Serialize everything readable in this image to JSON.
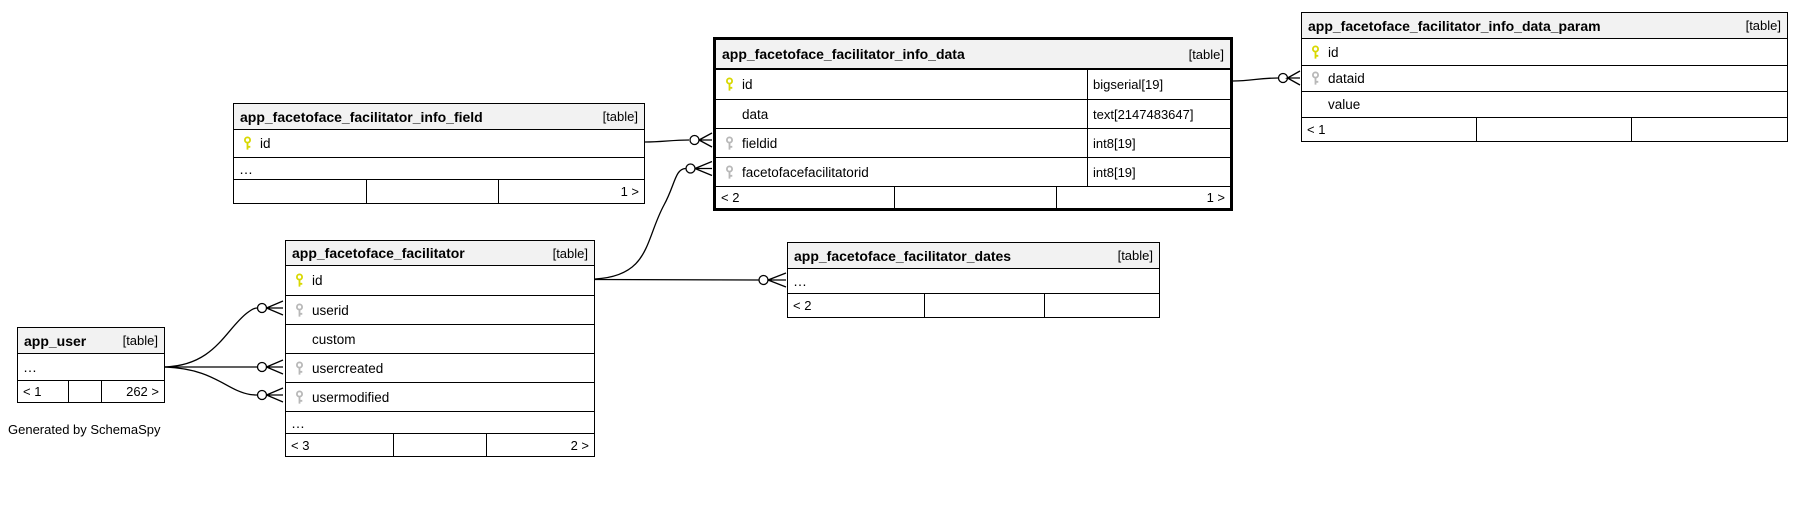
{
  "page": {
    "generated_by": "Generated by SchemaSpy"
  },
  "colors": {
    "pk_key": "#d8d800",
    "fk_key": "#b8b8b8",
    "header_bg": "#f2f2f2",
    "border": "#000000",
    "background": "#ffffff"
  },
  "tables": [
    {
      "name": "app_user",
      "tag": "[table]",
      "emphasized": false,
      "show_types": false,
      "rows": [
        {
          "name": "…",
          "ellipsis": true
        }
      ],
      "footer": [
        "< 1",
        "",
        "262 >"
      ]
    },
    {
      "name": "app_facetoface_facilitator",
      "tag": "[table]",
      "emphasized": false,
      "show_types": false,
      "rows": [
        {
          "name": "id",
          "key": "pk"
        },
        {
          "name": "userid",
          "key": "fk"
        },
        {
          "name": "custom",
          "key": null
        },
        {
          "name": "usercreated",
          "key": "fk"
        },
        {
          "name": "usermodified",
          "key": "fk"
        },
        {
          "name": "…",
          "ellipsis": true
        }
      ],
      "footer": [
        "< 3",
        "",
        "2 >"
      ]
    },
    {
      "name": "app_facetoface_facilitator_info_field",
      "tag": "[table]",
      "emphasized": false,
      "show_types": false,
      "rows": [
        {
          "name": "id",
          "key": "pk"
        },
        {
          "name": "…",
          "ellipsis": true
        }
      ],
      "footer": [
        "",
        "",
        "1 >"
      ]
    },
    {
      "name": "app_facetoface_facilitator_info_data",
      "tag": "[table]",
      "emphasized": true,
      "show_types": true,
      "rows": [
        {
          "name": "id",
          "key": "pk",
          "type": "bigserial[19]"
        },
        {
          "name": "data",
          "key": null,
          "type": "text[2147483647]"
        },
        {
          "name": "fieldid",
          "key": "fk",
          "type": "int8[19]"
        },
        {
          "name": "facetofacefacilitatorid",
          "key": "fk",
          "type": "int8[19]"
        }
      ],
      "footer": [
        "< 2",
        "",
        "1 >"
      ]
    },
    {
      "name": "app_facetoface_facilitator_dates",
      "tag": "[table]",
      "emphasized": false,
      "show_types": false,
      "rows": [
        {
          "name": "…",
          "ellipsis": true
        }
      ],
      "footer": [
        "< 2",
        "",
        ""
      ]
    },
    {
      "name": "app_facetoface_facilitator_info_data_param",
      "tag": "[table]",
      "emphasized": false,
      "show_types": false,
      "rows": [
        {
          "name": "id",
          "key": "pk"
        },
        {
          "name": "dataid",
          "key": "fk"
        },
        {
          "name": "value",
          "key": null
        }
      ],
      "footer": [
        "< 1",
        "",
        ""
      ]
    }
  ],
  "relationships": [
    {
      "parent": "app_facetoface_facilitator_info_field",
      "parent_column": "id",
      "child": "app_facetoface_facilitator_info_data",
      "child_column": "fieldid"
    },
    {
      "parent": "app_facetoface_facilitator",
      "parent_column": "id",
      "child": "app_facetoface_facilitator_info_data",
      "child_column": "facetofacefacilitatorid"
    },
    {
      "parent": "app_facetoface_facilitator_info_data",
      "parent_column": "id",
      "child": "app_facetoface_facilitator_info_data_param",
      "child_column": "dataid"
    },
    {
      "parent": "app_facetoface_facilitator",
      "parent_column": "id",
      "child": "app_facetoface_facilitator_dates",
      "child_column": "…"
    },
    {
      "parent": "app_user",
      "parent_column": "…",
      "child": "app_facetoface_facilitator",
      "child_column": "userid"
    },
    {
      "parent": "app_user",
      "parent_column": "…",
      "child": "app_facetoface_facilitator",
      "child_column": "usercreated"
    },
    {
      "parent": "app_user",
      "parent_column": "…",
      "child": "app_facetoface_facilitator",
      "child_column": "usermodified"
    }
  ]
}
